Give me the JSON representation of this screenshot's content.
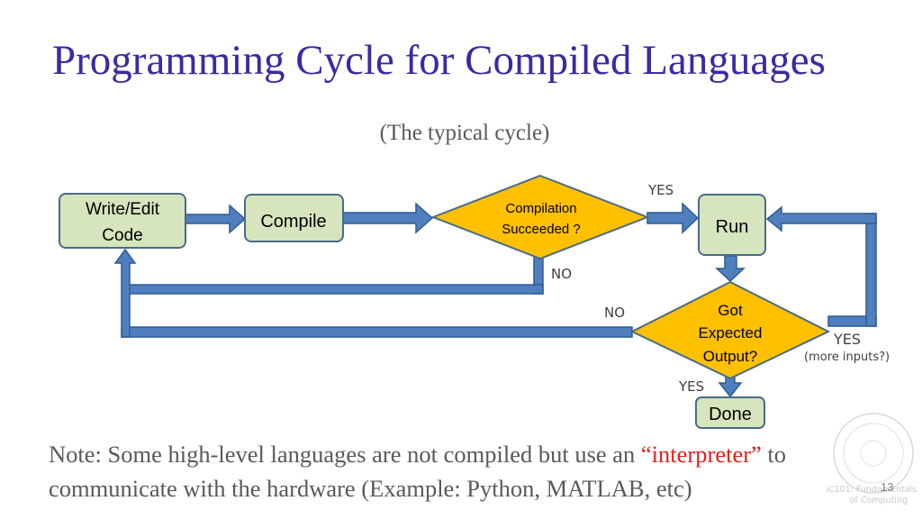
{
  "slide": {
    "title": "Programming Cycle for Compiled Languages",
    "subtitle": "(The typical cycle)",
    "page_number": "13"
  },
  "flowchart": {
    "nodes": {
      "write_edit_line1": "Write/Edit",
      "write_edit_line2": "Code",
      "compile": "Compile",
      "compilation_line1": "Compilation",
      "compilation_line2": "Succeeded ?",
      "run": "Run",
      "expected_line1": "Got",
      "expected_line2": "Expected",
      "expected_line3": "Output?",
      "done": "Done"
    },
    "edge_labels": {
      "compile_yes": "YES",
      "compile_no": "NO",
      "output_no": "NO",
      "output_yes_more": "YES",
      "more_inputs": "(more inputs?)",
      "output_yes_done": "YES"
    }
  },
  "note": {
    "before": "Note: Some high-level languages are not compiled but use an ",
    "highlight": "“interpreter”",
    "after": " to communicate with the hardware (Example: Python, MATLAB, etc)"
  },
  "watermark": {
    "text_line1": "ESC101: Fundamentals",
    "text_line2": "of Computing"
  },
  "colors": {
    "title": "#3b2aa3",
    "box_fill": "#d6e5be",
    "box_stroke": "#4a6a88",
    "diamond_fill": "#ffc000",
    "arrow_fill": "#4f7fbf",
    "arrow_stroke": "#2e5d8f",
    "highlight": "#e0201f"
  }
}
